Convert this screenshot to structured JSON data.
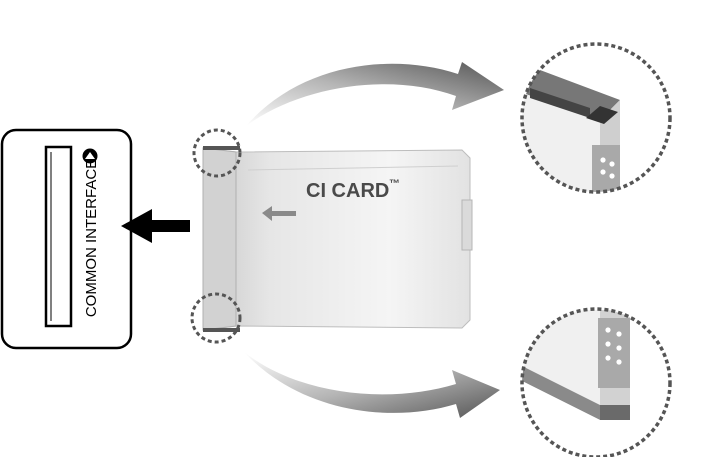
{
  "slot": {
    "label": "COMMON INTERFACE",
    "indicator_icon": "eject-triangle-icon"
  },
  "card": {
    "title": "CI CARD",
    "trademark": "™",
    "insert_direction_icon": "arrow-left-icon"
  },
  "insert_arrow_icon": "arrow-left-icon",
  "detail_views": [
    "top-edge-detail",
    "bottom-edge-detail"
  ],
  "colors": {
    "card_light": "#f2f2f2",
    "card_mid": "#c8c8c8",
    "arrow_gray": "#5a5a5a",
    "dashed_circle": "#555555"
  }
}
